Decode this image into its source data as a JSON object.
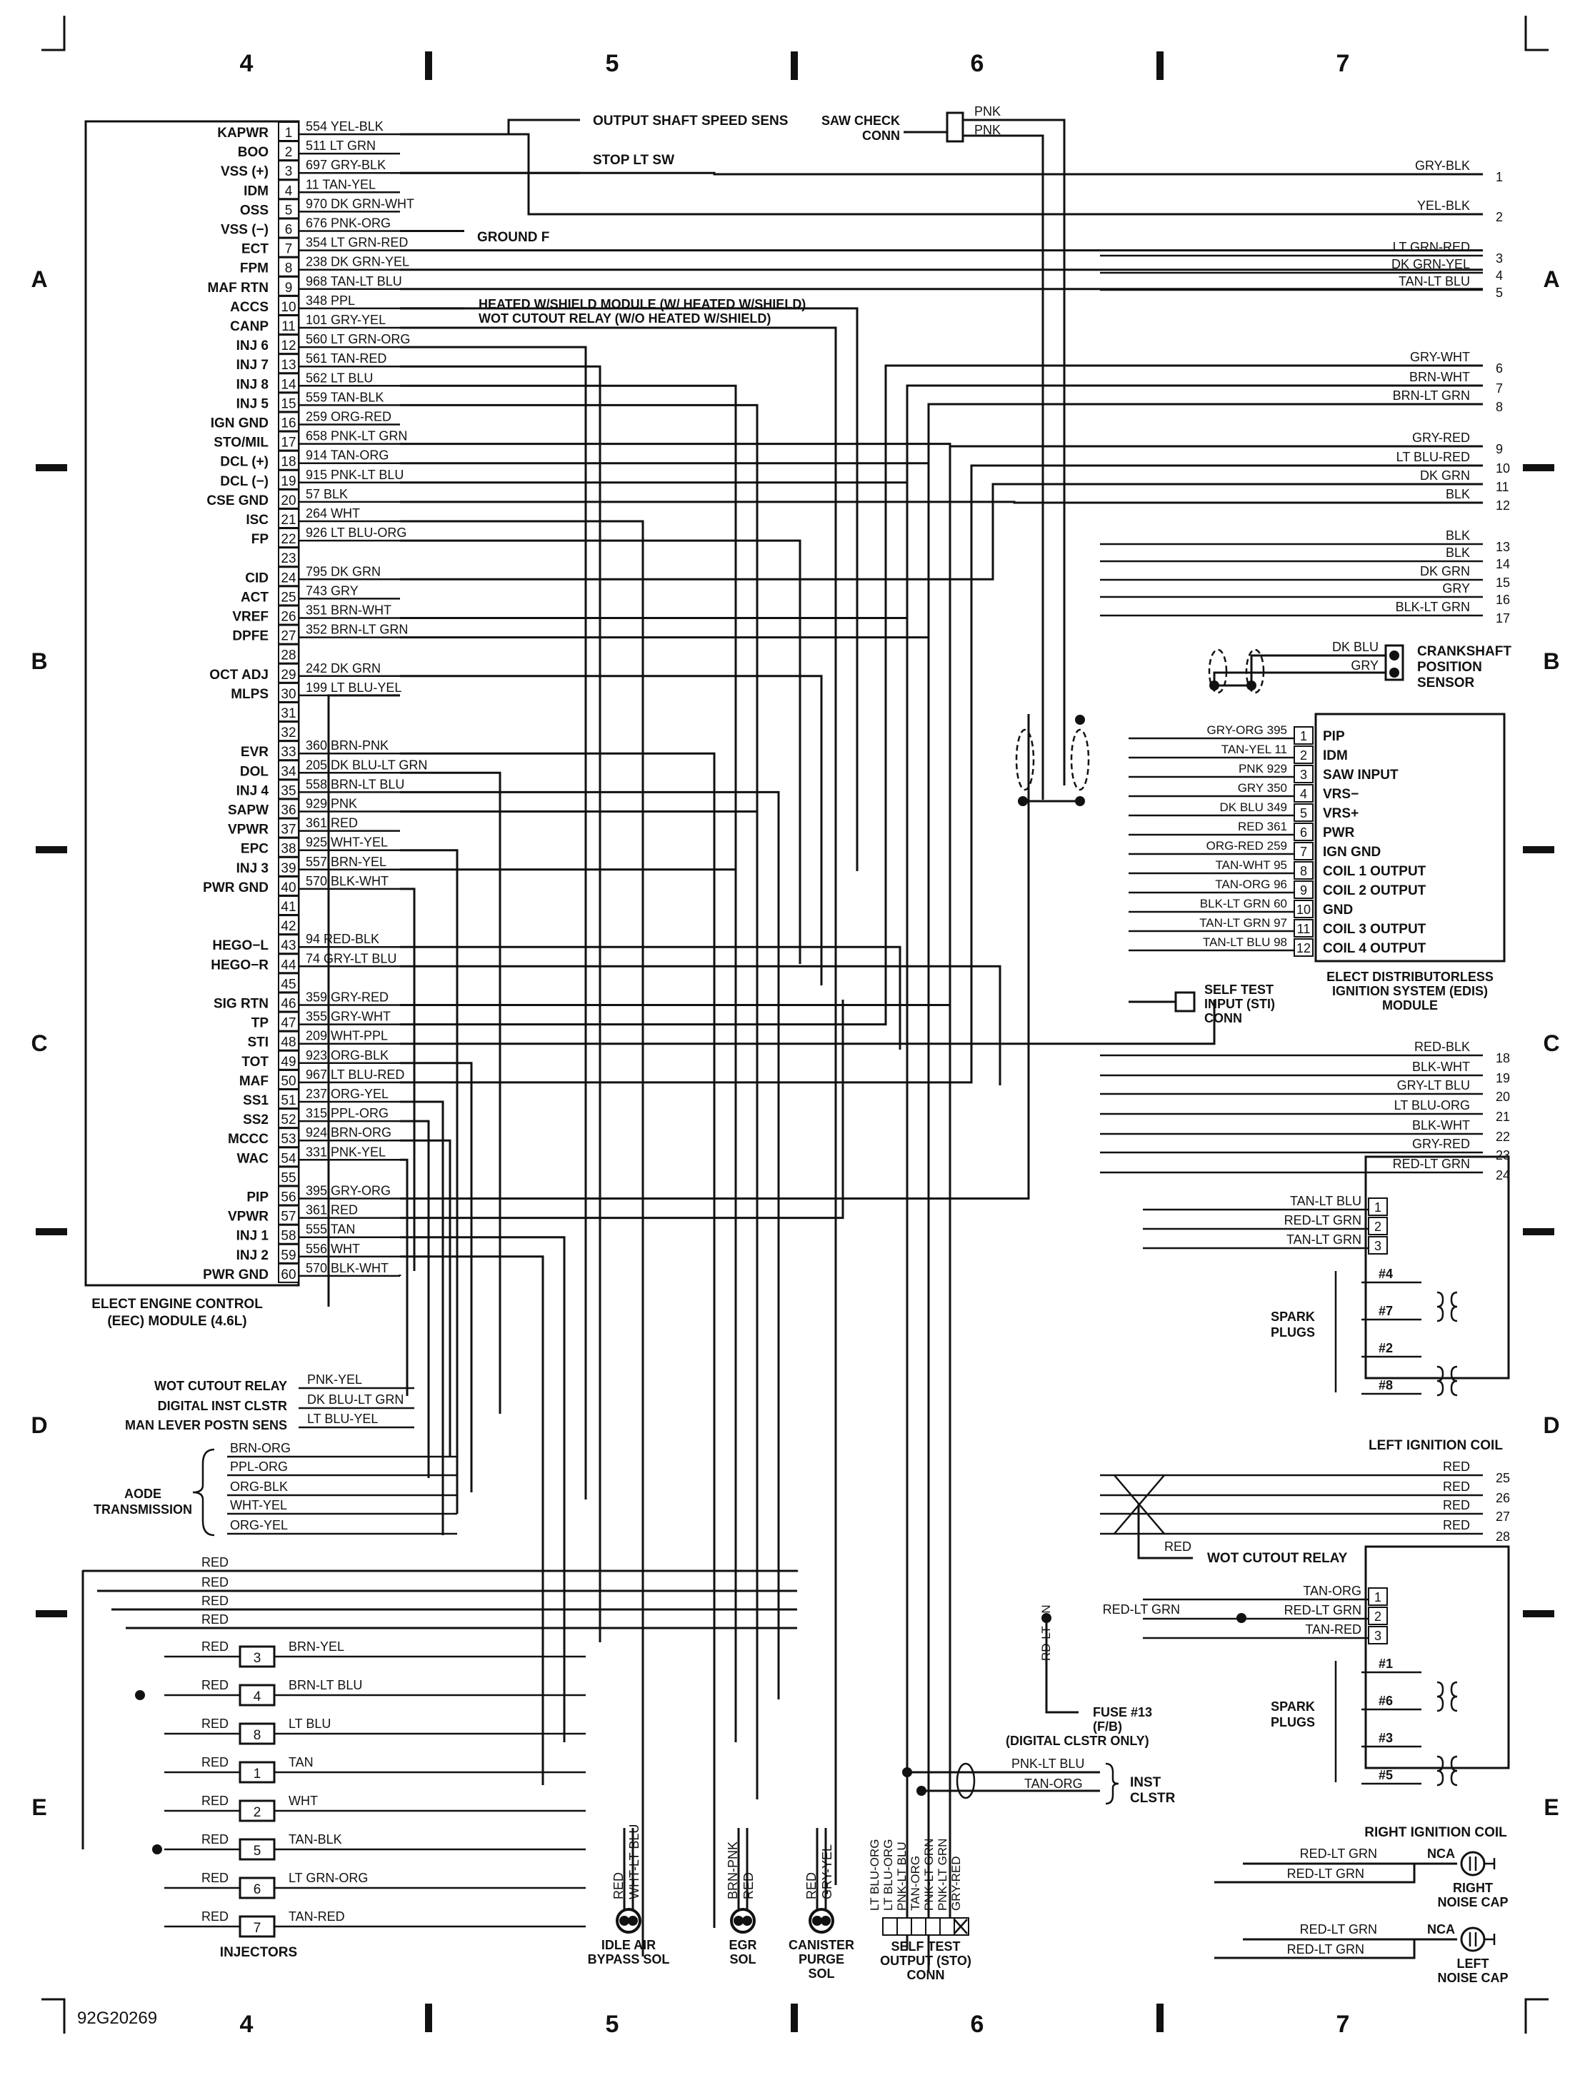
{
  "grid": {
    "columns": [
      "4",
      "5",
      "6",
      "7"
    ],
    "rows": [
      "A",
      "B",
      "C",
      "D",
      "E"
    ]
  },
  "figure_id": "92G20269",
  "eec": {
    "title_line1": "ELECT ENGINE CONTROL",
    "title_line2": "(EEC) MODULE (4.6L)",
    "pins": [
      {
        "n": "1",
        "label": "KAPWR",
        "wire": "554 YEL-BLK"
      },
      {
        "n": "2",
        "label": "BOO",
        "wire": "511 LT GRN"
      },
      {
        "n": "3",
        "label": "VSS (+)",
        "wire": "697 GRY-BLK"
      },
      {
        "n": "4",
        "label": "IDM",
        "wire": "11 TAN-YEL"
      },
      {
        "n": "5",
        "label": "OSS",
        "wire": "970 DK GRN-WHT"
      },
      {
        "n": "6",
        "label": "VSS (−)",
        "wire": "676 PNK-ORG"
      },
      {
        "n": "7",
        "label": "ECT",
        "wire": "354 LT GRN-RED"
      },
      {
        "n": "8",
        "label": "FPM",
        "wire": "238 DK GRN-YEL"
      },
      {
        "n": "9",
        "label": "MAF RTN",
        "wire": "968 TAN-LT BLU"
      },
      {
        "n": "10",
        "label": "ACCS",
        "wire": "348 PPL"
      },
      {
        "n": "11",
        "label": "CANP",
        "wire": "101 GRY-YEL"
      },
      {
        "n": "12",
        "label": "INJ 6",
        "wire": "560 LT GRN-ORG"
      },
      {
        "n": "13",
        "label": "INJ 7",
        "wire": "561 TAN-RED"
      },
      {
        "n": "14",
        "label": "INJ 8",
        "wire": "562 LT BLU"
      },
      {
        "n": "15",
        "label": "INJ 5",
        "wire": "559 TAN-BLK"
      },
      {
        "n": "16",
        "label": "IGN GND",
        "wire": "259 ORG-RED"
      },
      {
        "n": "17",
        "label": "STO/MIL",
        "wire": "658 PNK-LT GRN"
      },
      {
        "n": "18",
        "label": "DCL (+)",
        "wire": "914 TAN-ORG"
      },
      {
        "n": "19",
        "label": "DCL (−)",
        "wire": "915 PNK-LT BLU"
      },
      {
        "n": "20",
        "label": "CSE GND",
        "wire": "57 BLK"
      },
      {
        "n": "21",
        "label": "ISC",
        "wire": "264 WHT"
      },
      {
        "n": "22",
        "label": "FP",
        "wire": "926 LT BLU-ORG"
      },
      {
        "n": "23",
        "label": "",
        "wire": ""
      },
      {
        "n": "24",
        "label": "CID",
        "wire": "795 DK GRN"
      },
      {
        "n": "25",
        "label": "ACT",
        "wire": "743 GRY"
      },
      {
        "n": "26",
        "label": "VREF",
        "wire": "351 BRN-WHT"
      },
      {
        "n": "27",
        "label": "DPFE",
        "wire": "352 BRN-LT GRN"
      },
      {
        "n": "28",
        "label": "",
        "wire": ""
      },
      {
        "n": "29",
        "label": "OCT ADJ",
        "wire": "242 DK GRN"
      },
      {
        "n": "30",
        "label": "MLPS",
        "wire": "199 LT BLU-YEL"
      },
      {
        "n": "31",
        "label": "",
        "wire": ""
      },
      {
        "n": "32",
        "label": "",
        "wire": ""
      },
      {
        "n": "33",
        "label": "EVR",
        "wire": "360 BRN-PNK"
      },
      {
        "n": "34",
        "label": "DOL",
        "wire": "205 DK BLU-LT GRN"
      },
      {
        "n": "35",
        "label": "INJ 4",
        "wire": "558 BRN-LT BLU"
      },
      {
        "n": "36",
        "label": "SAPW",
        "wire": "929 PNK"
      },
      {
        "n": "37",
        "label": "VPWR",
        "wire": "361 RED"
      },
      {
        "n": "38",
        "label": "EPC",
        "wire": "925 WHT-YEL"
      },
      {
        "n": "39",
        "label": "INJ 3",
        "wire": "557 BRN-YEL"
      },
      {
        "n": "40",
        "label": "PWR GND",
        "wire": "570 BLK-WHT"
      },
      {
        "n": "41",
        "label": "",
        "wire": ""
      },
      {
        "n": "42",
        "label": "",
        "wire": ""
      },
      {
        "n": "43",
        "label": "HEGO−L",
        "wire": "94 RED-BLK"
      },
      {
        "n": "44",
        "label": "HEGO−R",
        "wire": "74 GRY-LT BLU"
      },
      {
        "n": "45",
        "label": "",
        "wire": ""
      },
      {
        "n": "46",
        "label": "SIG RTN",
        "wire": "359 GRY-RED"
      },
      {
        "n": "47",
        "label": "TP",
        "wire": "355 GRY-WHT"
      },
      {
        "n": "48",
        "label": "STI",
        "wire": "209 WHT-PPL"
      },
      {
        "n": "49",
        "label": "TOT",
        "wire": "923 ORG-BLK"
      },
      {
        "n": "50",
        "label": "MAF",
        "wire": "967 LT BLU-RED"
      },
      {
        "n": "51",
        "label": "SS1",
        "wire": "237 ORG-YEL"
      },
      {
        "n": "52",
        "label": "SS2",
        "wire": "315 PPL-ORG"
      },
      {
        "n": "53",
        "label": "MCCC",
        "wire": "924 BRN-ORG"
      },
      {
        "n": "54",
        "label": "WAC",
        "wire": "331 PNK-YEL"
      },
      {
        "n": "55",
        "label": "",
        "wire": ""
      },
      {
        "n": "56",
        "label": "PIP",
        "wire": "395 GRY-ORG"
      },
      {
        "n": "57",
        "label": "VPWR",
        "wire": "361 RED"
      },
      {
        "n": "58",
        "label": "INJ 1",
        "wire": "555 TAN"
      },
      {
        "n": "59",
        "label": "INJ 2",
        "wire": "556 WHT"
      },
      {
        "n": "60",
        "label": "PWR GND",
        "wire": "570 BLK-WHT"
      }
    ]
  },
  "top_notes": {
    "output_shaft": "OUTPUT SHAFT SPEED SENS",
    "stop_lt": "STOP LT SW",
    "ground_f": "GROUND F",
    "heated_line1": "HEATED W/SHIELD MODULE (W/ HEATED W/SHIELD)",
    "heated_line2": "WOT CUTOUT RELAY (W/O HEATED W/SHIELD)",
    "saw_check_line1": "SAW CHECK",
    "saw_check_line2": "CONN",
    "saw_wire1": "PNK",
    "saw_wire2": "PNK"
  },
  "right_wires": [
    {
      "n": "1",
      "color": "GRY-BLK"
    },
    {
      "n": "2",
      "color": "YEL-BLK"
    },
    {
      "n": "3",
      "color": "LT GRN-RED"
    },
    {
      "n": "4",
      "color": "DK GRN-YEL"
    },
    {
      "n": "5",
      "color": "TAN-LT BLU"
    },
    {
      "n": "6",
      "color": "GRY-WHT"
    },
    {
      "n": "7",
      "color": "BRN-WHT"
    },
    {
      "n": "8",
      "color": "BRN-LT GRN"
    },
    {
      "n": "9",
      "color": "GRY-RED"
    },
    {
      "n": "10",
      "color": "LT BLU-RED"
    },
    {
      "n": "11",
      "color": "DK GRN"
    },
    {
      "n": "12",
      "color": "BLK"
    },
    {
      "n": "13",
      "color": "BLK"
    },
    {
      "n": "14",
      "color": "BLK"
    },
    {
      "n": "15",
      "color": "DK GRN"
    },
    {
      "n": "16",
      "color": "GRY"
    },
    {
      "n": "17",
      "color": "BLK-LT GRN"
    },
    {
      "n": "18",
      "color": "RED-BLK"
    },
    {
      "n": "19",
      "color": "BLK-WHT"
    },
    {
      "n": "20",
      "color": "GRY-LT BLU"
    },
    {
      "n": "21",
      "color": "LT BLU-ORG"
    },
    {
      "n": "22",
      "color": "BLK-WHT"
    },
    {
      "n": "23",
      "color": "GRY-RED"
    },
    {
      "n": "24",
      "color": "RED-LT GRN"
    },
    {
      "n": "25",
      "color": "RED"
    },
    {
      "n": "26",
      "color": "RED"
    },
    {
      "n": "27",
      "color": "RED"
    },
    {
      "n": "28",
      "color": "RED"
    }
  ],
  "crankshaft": {
    "line1": "CRANKSHAFT",
    "line2": "POSITION",
    "line3": "SENSOR",
    "wire1": "DK BLU",
    "wire2": "GRY"
  },
  "edis": {
    "title_line1": "ELECT DISTRIBUTORLESS",
    "title_line2": "IGNITION SYSTEM (EDIS)",
    "title_line3": "MODULE",
    "pins": [
      {
        "n": "1",
        "wire": "GRY-ORG 395",
        "label": "PIP"
      },
      {
        "n": "2",
        "wire": "TAN-YEL 11",
        "label": "IDM"
      },
      {
        "n": "3",
        "wire": "PNK 929",
        "label": "SAW INPUT"
      },
      {
        "n": "4",
        "wire": "GRY 350",
        "label": "VRS−"
      },
      {
        "n": "5",
        "wire": "DK BLU 349",
        "label": "VRS+"
      },
      {
        "n": "6",
        "wire": "RED 361",
        "label": "PWR"
      },
      {
        "n": "7",
        "wire": "ORG-RED 259",
        "label": "IGN GND"
      },
      {
        "n": "8",
        "wire": "TAN-WHT 95",
        "label": "COIL 1 OUTPUT"
      },
      {
        "n": "9",
        "wire": "TAN-ORG 96",
        "label": "COIL 2 OUTPUT"
      },
      {
        "n": "10",
        "wire": "BLK-LT GRN 60",
        "label": "GND"
      },
      {
        "n": "11",
        "wire": "TAN-LT GRN 97",
        "label": "COIL 3 OUTPUT"
      },
      {
        "n": "12",
        "wire": "TAN-LT BLU 98",
        "label": "COIL 4 OUTPUT"
      }
    ]
  },
  "sti": {
    "line1": "SELF TEST",
    "line2": "INPUT (STI)",
    "line3": "CONN"
  },
  "left_coil": {
    "title": "LEFT IGNITION COIL",
    "wires": [
      "TAN-LT BLU",
      "RED-LT GRN",
      "TAN-LT GRN"
    ],
    "pins": [
      "1",
      "2",
      "3"
    ],
    "plugs": [
      "#4",
      "#7",
      "#2",
      "#8"
    ],
    "spark_line1": "SPARK",
    "spark_line2": "PLUGS"
  },
  "right_coil": {
    "title": "RIGHT IGNITION COIL",
    "wires": [
      "TAN-ORG",
      "RED-LT GRN",
      "TAN-RED"
    ],
    "pins": [
      "1",
      "2",
      "3"
    ],
    "plugs": [
      "#1",
      "#6",
      "#3",
      "#5"
    ],
    "spark_line1": "SPARK",
    "spark_line2": "PLUGS",
    "feed": "RED-LT GRN"
  },
  "left_side": {
    "wot_cutout": "WOT CUTOUT RELAY",
    "wot_wire": "PNK-YEL",
    "digital_inst": "DIGITAL INST CLSTR",
    "digital_wire": "DK BLU-LT GRN",
    "man_lever": "MAN LEVER POSTN SENS",
    "man_wire": "LT BLU-YEL",
    "aode_line1": "AODE",
    "aode_line2": "TRANSMISSION",
    "aode_wires": [
      "BRN-ORG",
      "PPL-ORG",
      "ORG-BLK",
      "WHT-YEL",
      "ORG-YEL"
    ]
  },
  "injectors": {
    "title": "INJECTORS",
    "feed": "RED",
    "rows": [
      {
        "n": "3",
        "wire": "BRN-YEL"
      },
      {
        "n": "4",
        "wire": "BRN-LT BLU"
      },
      {
        "n": "8",
        "wire": "LT BLU"
      },
      {
        "n": "1",
        "wire": "TAN"
      },
      {
        "n": "2",
        "wire": "WHT"
      },
      {
        "n": "5",
        "wire": "TAN-BLK"
      },
      {
        "n": "6",
        "wire": "LT GRN-ORG"
      },
      {
        "n": "7",
        "wire": "TAN-RED"
      }
    ]
  },
  "bottom": {
    "idle_line1": "IDLE AIR",
    "idle_line2": "BYPASS SOL",
    "idle_wires": [
      "RED",
      "WHT-LT BLU"
    ],
    "egr_line1": "EGR",
    "egr_line2": "SOL",
    "egr_wires": [
      "BRN-PNK",
      "RED"
    ],
    "canister_line1": "CANISTER",
    "canister_line2": "PURGE",
    "canister_line3": "SOL",
    "canister_wires": [
      "RED",
      "GRY-YEL"
    ],
    "sto_line1": "SELF TEST",
    "sto_line2": "OUTPUT (STO)",
    "sto_line3": "CONN",
    "sto_wires": [
      "LT BLU-ORG",
      "LT BLU-ORG",
      "PNK-LT BLU",
      "TAN-ORG",
      "PNK-LT GRN",
      "PNK-LT GRN",
      "GRY-RED"
    ],
    "digital_only": "(DIGITAL CLSTR ONLY)",
    "inst_wire1": "PNK-LT BLU",
    "inst_wire2": "TAN-ORG",
    "inst_line1": "INST",
    "inst_line2": "CLSTR",
    "fuse_line1": "FUSE #13",
    "fuse_line2": "(F/B)",
    "fuse_wire": "RD-LT GN",
    "wot_relay": "WOT CUTOUT RELAY",
    "wot_red": "RED",
    "right_noise_wires": [
      "RED-LT GRN",
      "RED-LT GRN"
    ],
    "left_noise_wires": [
      "RED-LT GRN",
      "RED-LT GRN"
    ],
    "nca": "NCA",
    "right_noise_line1": "RIGHT",
    "right_noise_line2": "NOISE CAP",
    "left_noise_line1": "LEFT",
    "left_noise_line2": "NOISE CAP"
  }
}
